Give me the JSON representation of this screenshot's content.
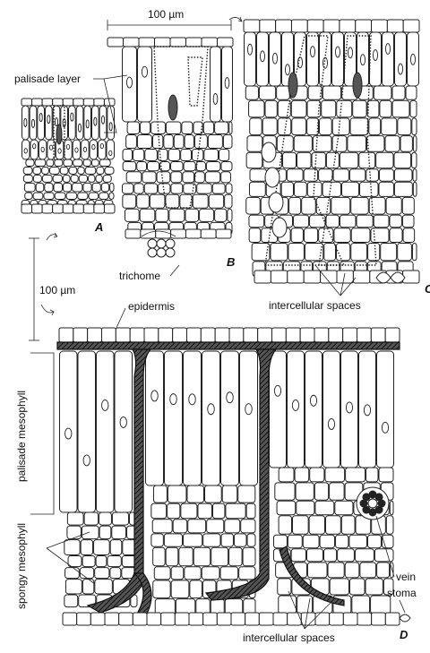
{
  "labels": {
    "scale_top": "100 µm",
    "scale_left": "100 µm",
    "palisade_layer": "palisade layer",
    "trichome": "trichome",
    "epidermis": "epidermis",
    "intercellular_spaces_c": "intercellular spaces",
    "intercellular_spaces_d": "intercellular spaces",
    "palisade_mesophyll": "palisade mesophyll",
    "spongy_mesophyll": "spongy mesophyll",
    "vein": "vein",
    "stoma": "stoma"
  },
  "panels": {
    "a": "A",
    "b": "B",
    "c": "C",
    "d": "D"
  },
  "colors": {
    "line": "#222222",
    "background": "#ffffff"
  }
}
